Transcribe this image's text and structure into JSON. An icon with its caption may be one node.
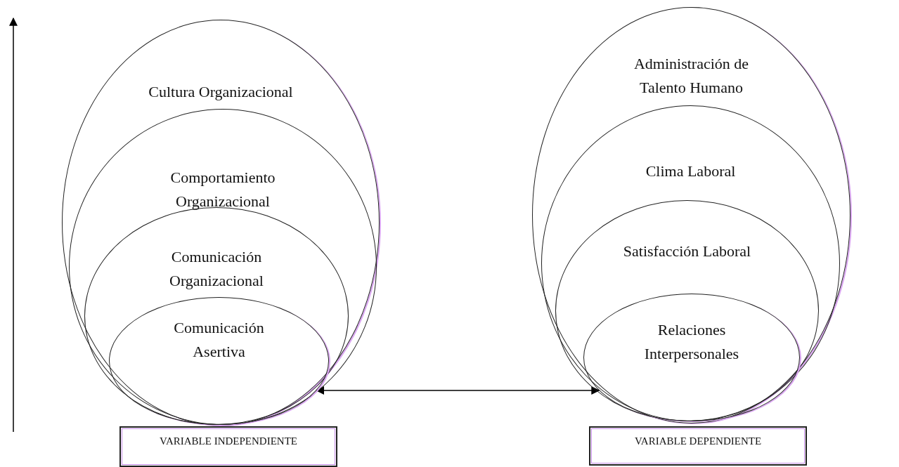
{
  "diagram": {
    "nodes": [
      {
        "text": [
          "Cultura Organizacional"
        ]
      },
      {
        "text": [
          "Comportamiento Organizacional"
        ],
        "in": 0
      },
      {
        "text": [
          "Comunicación Organizacional"
        ],
        "in": 1
      },
      {
        "text": [
          "Comunicación Asertiva"
        ],
        "in": 2
      },
      {
        "text": [
          "VARIABLE INDEPENDIENTE"
        ]
      },
      {
        "text": [
          "Administración de Talento Humano"
        ]
      },
      {
        "text": [
          "Clima Laboral"
        ],
        "in": 5
      },
      {
        "text": [
          "Satisfacción Laboral"
        ],
        "in": 6
      },
      {
        "text": [
          "Relaciones Interpersonales"
        ],
        "in": 7
      },
      {
        "text": [
          "VARIABLE DEPENDIENTE"
        ]
      }
    ],
    "edges": [
      {
        "from": 3,
        "to": 8,
        "arrow": "both"
      }
    ]
  }
}
